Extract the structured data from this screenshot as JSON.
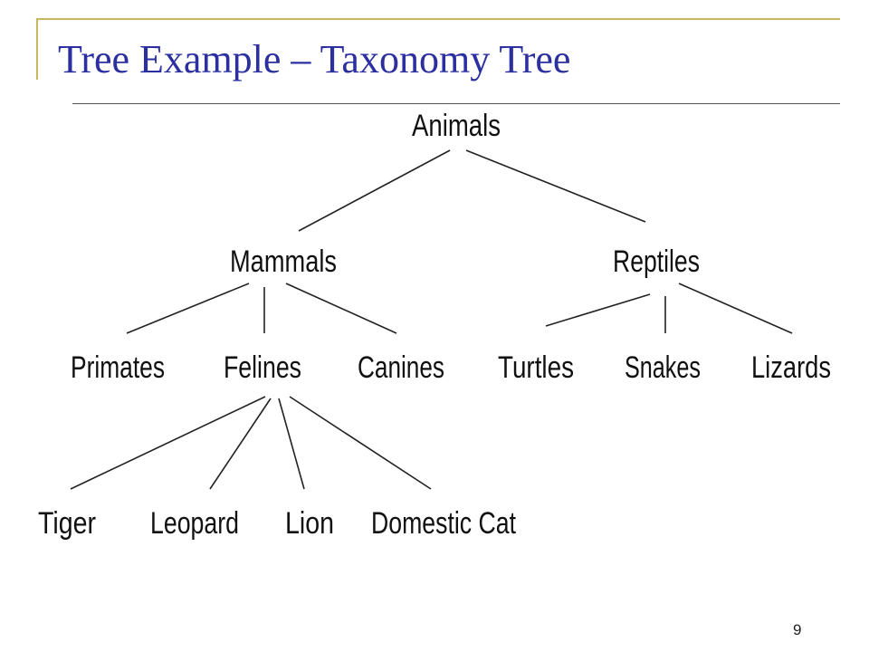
{
  "slide": {
    "title": "Tree Example – Taxonomy Tree",
    "page_number": "9",
    "title_color": "#2b2fa0",
    "accent_color": "#c8b560"
  },
  "tree": {
    "root": "Animals",
    "level1": [
      "Mammals",
      "Reptiles"
    ],
    "mammals_children": [
      "Primates",
      "Felines",
      "Canines"
    ],
    "reptiles_children": [
      "Turtles",
      "Snakes",
      "Lizards"
    ],
    "felines_children": [
      "Tiger",
      "Leopard",
      "Lion",
      "Domestic Cat"
    ]
  }
}
